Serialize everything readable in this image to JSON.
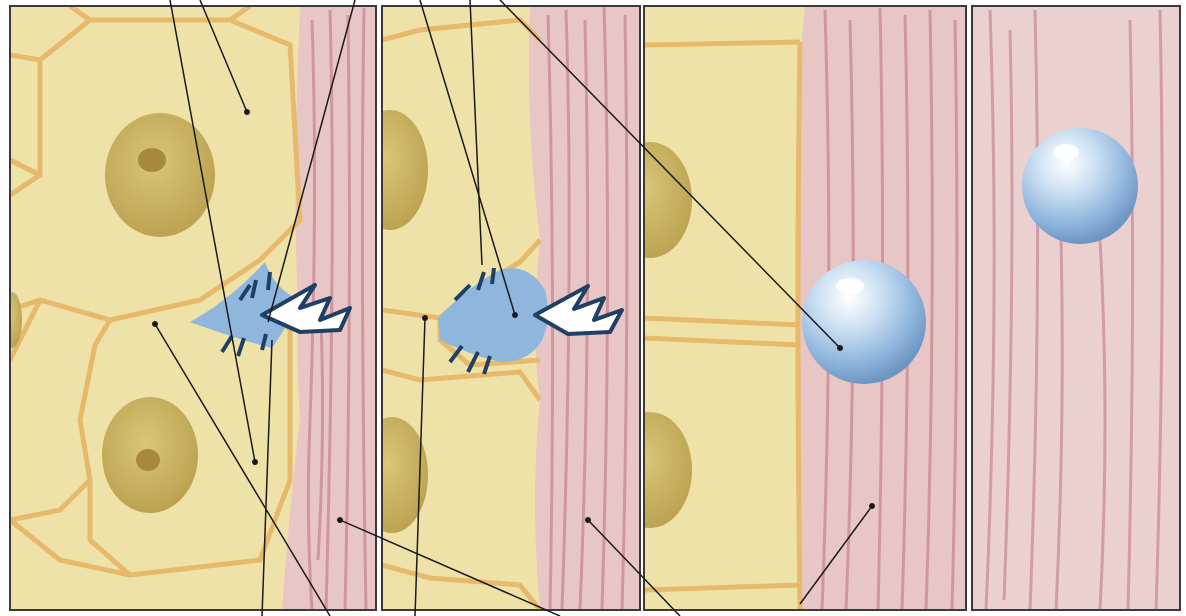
{
  "figure": {
    "panels": [
      {
        "stage": "migrating-cell-squeezing-between-epithelial-cells"
      },
      {
        "stage": "cell-emerging-through-junction"
      },
      {
        "stage": "cell-rounded-on-connective-tissue"
      },
      {
        "stage": "cell-within-connective-tissue"
      }
    ],
    "colors": {
      "epithelial_cell": "#efe2a8",
      "epithelial_border": "#e7b96a",
      "nucleus": "#c9b35d",
      "nucleolus": "#a8873f",
      "connective_tissue": "#e9c6c6",
      "connective_fiber": "#c98b95",
      "migrating_cell": "#8fb6dd",
      "arrow_stroke": "#1f3f66",
      "leader_line": "#1a1a1a",
      "frame": "#3a3a3a"
    }
  }
}
